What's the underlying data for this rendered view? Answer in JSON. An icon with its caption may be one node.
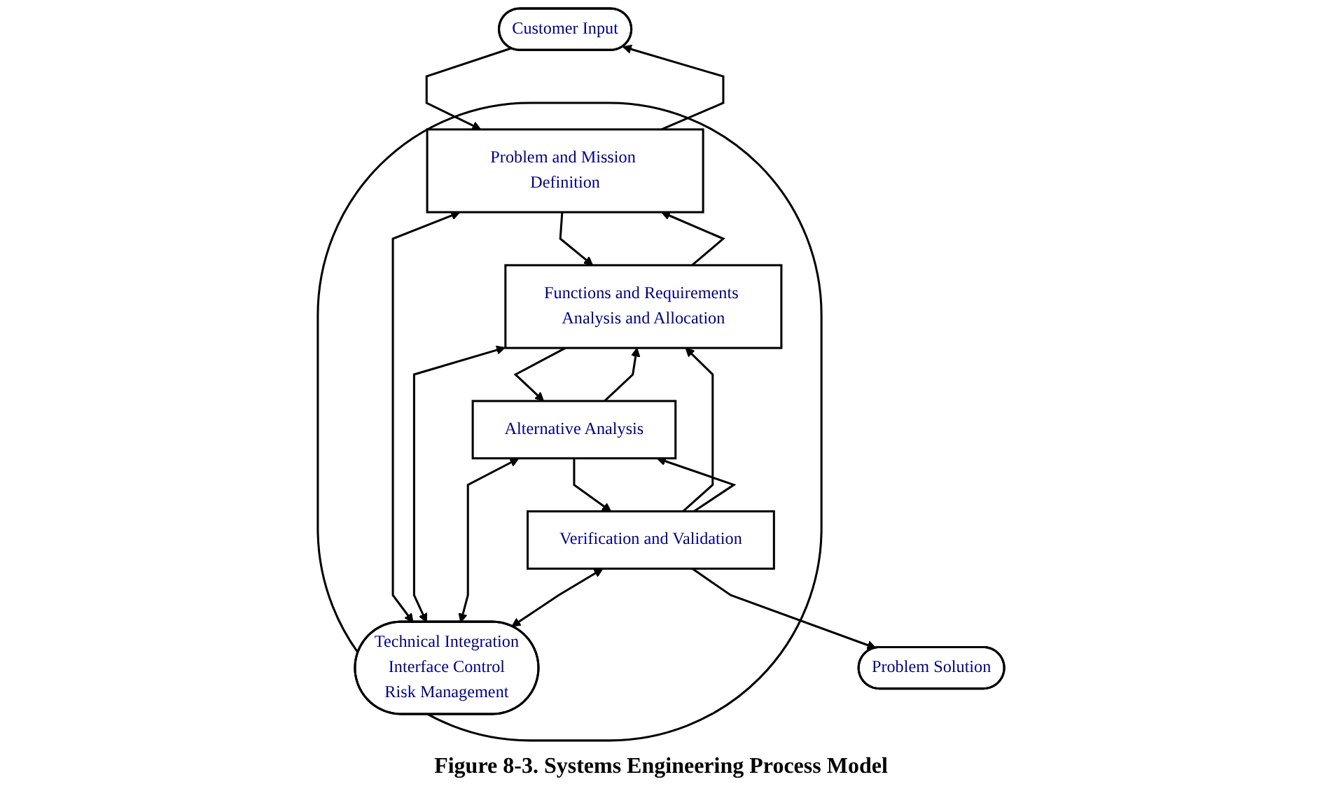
{
  "diagram": {
    "caption": "Figure 8-3.  Systems Engineering Process Model",
    "nodes": [
      {
        "text": [
          "Customer Input"
        ]
      },
      {
        "text": [],
        "shape": "ellipse"
      },
      {
        "text": [
          "Problem and Mission Definition"
        ],
        "in": 1
      },
      {
        "text": [
          "Functions and Requirements Analysis and Allocation"
        ],
        "in": 1
      },
      {
        "text": [
          "Technical Integration",
          "Interface Control",
          "Risk Management"
        ],
        "in": 1
      },
      {
        "text": [
          "Alternative Analysis"
        ],
        "in": 1
      },
      {
        "text": [
          "Verification and Validation"
        ],
        "in": 1
      },
      {
        "text": [
          "Problem Solution"
        ]
      }
    ],
    "edges": [
      {
        "from": 0,
        "to": 2,
        "arrow": "to"
      },
      {
        "from": 2,
        "to": 0,
        "arrow": "to"
      },
      {
        "from": 2,
        "to": 3,
        "arrow": "to"
      },
      {
        "from": 3,
        "to": 2,
        "arrow": "to"
      },
      {
        "from": 3,
        "to": 5,
        "arrow": "to"
      },
      {
        "from": 5,
        "to": 3,
        "arrow": "to"
      },
      {
        "from": 5,
        "to": 6,
        "arrow": "to"
      },
      {
        "from": 6,
        "to": 3,
        "arrow": "to"
      },
      {
        "from": 6,
        "to": 5,
        "arrow": "to"
      },
      {
        "from": 6,
        "to": 7,
        "arrow": "to"
      },
      {
        "from": 2,
        "to": 4,
        "arrow": "both"
      },
      {
        "from": 3,
        "to": 4,
        "arrow": "both"
      },
      {
        "from": 5,
        "to": 4,
        "arrow": "both"
      },
      {
        "from": 6,
        "to": 4,
        "arrow": "both"
      }
    ]
  }
}
